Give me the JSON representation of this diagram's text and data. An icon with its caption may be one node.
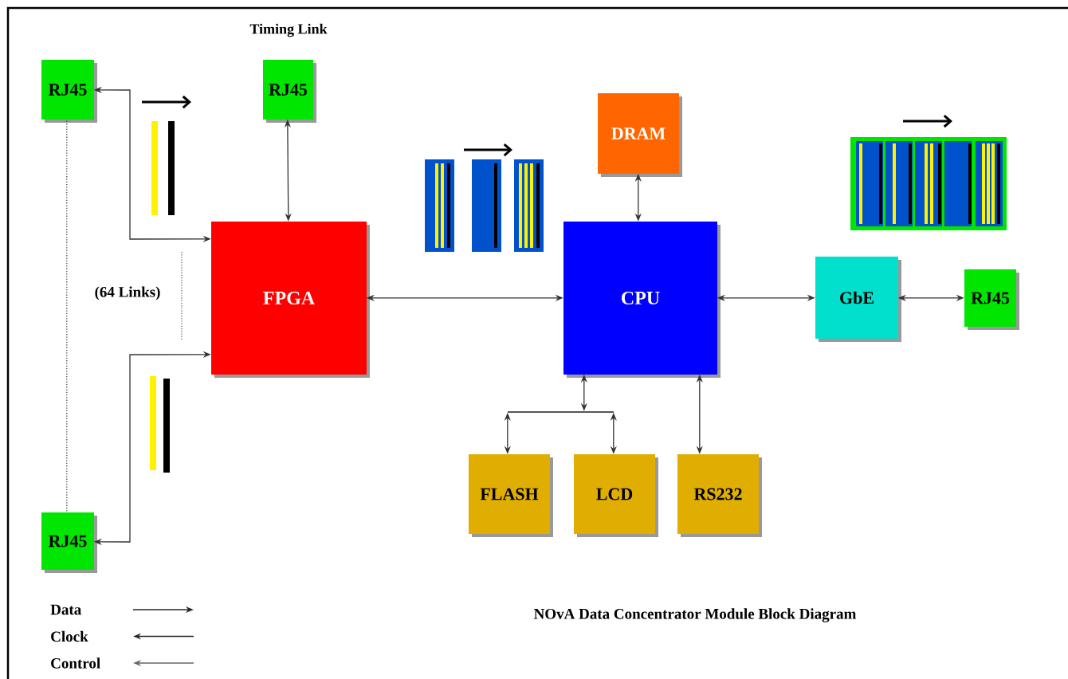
{
  "diagram": {
    "caption": "NOvA Data Concentrator Module Block Diagram",
    "nodes": [
      {
        "text": [
          "RJ45"
        ]
      },
      {
        "text": [
          "RJ45"
        ]
      },
      {
        "text": [
          "FPGA"
        ]
      },
      {
        "text": [
          "DRAM"
        ]
      },
      {
        "text": [
          "CPU"
        ]
      },
      {
        "text": [
          "GbE"
        ]
      },
      {
        "text": [
          "RJ45"
        ]
      },
      {
        "text": [
          "RJ45"
        ]
      },
      {
        "text": [
          "FLASH"
        ]
      },
      {
        "text": [
          "LCD"
        ]
      },
      {
        "text": [
          "RS232"
        ]
      },
      {
        "text": [],
        "shape": "bar"
      }
    ],
    "edges": [
      {
        "from": 2,
        "to": 0,
        "arrow": "both"
      },
      {
        "from": 2,
        "to": 7,
        "arrow": "both"
      },
      {
        "from": 1,
        "to": 2,
        "arrow": "both"
      },
      {
        "from": 2,
        "to": 4,
        "arrow": "both"
      },
      {
        "from": 3,
        "to": 4,
        "arrow": "both"
      },
      {
        "from": 4,
        "to": 5,
        "arrow": "both"
      },
      {
        "from": 5,
        "to": 6,
        "arrow": "both"
      },
      {
        "from": 4,
        "to": 11,
        "arrow": "both"
      },
      {
        "from": 11,
        "to": 8,
        "arrow": "both"
      },
      {
        "from": 11,
        "to": 9,
        "arrow": "both"
      },
      {
        "from": 4,
        "to": 10,
        "arrow": "both"
      },
      {
        "from": 0,
        "to": 7,
        "arrow": "none",
        "style": "dashed"
      }
    ],
    "labels": [
      "Timing Link",
      "(64 Links)"
    ],
    "legend": [
      {
        "text": "Data"
      },
      {
        "text": "Clock"
      },
      {
        "text": "Control"
      }
    ]
  }
}
